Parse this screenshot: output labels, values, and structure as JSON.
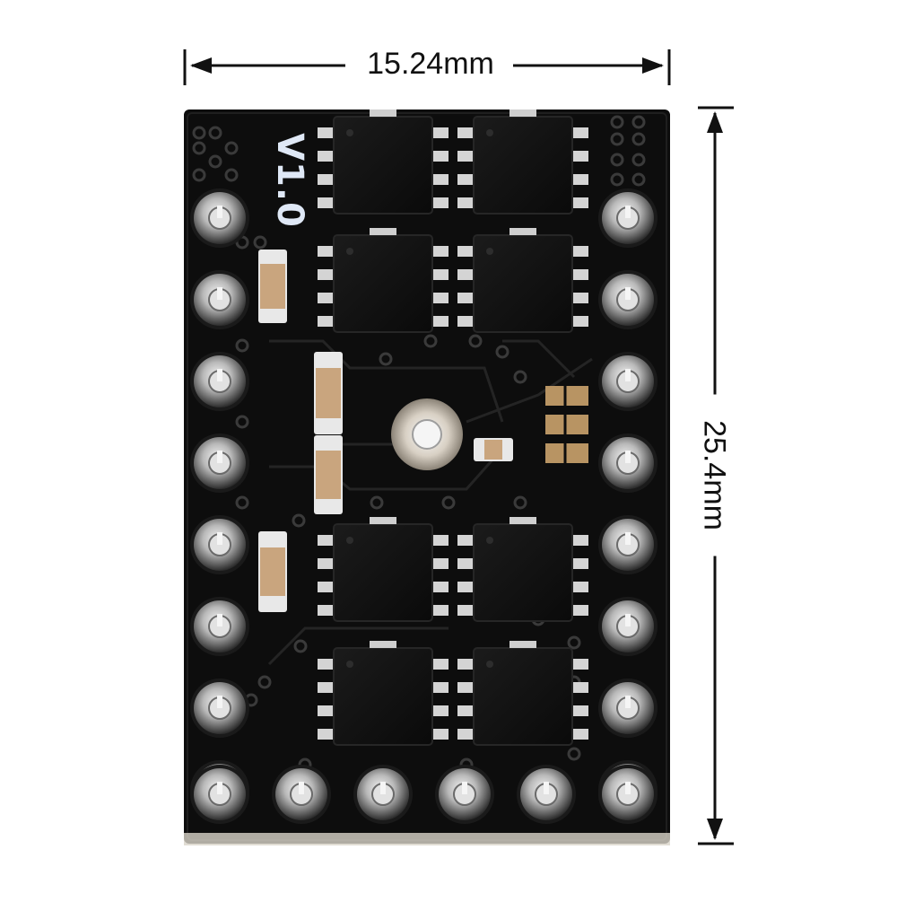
{
  "dimensions": {
    "width_label": "15.24mm",
    "height_label": "25.4mm"
  },
  "board": {
    "version_label": "V1.0",
    "chip_count": 8,
    "pin_count_left": 8,
    "pin_count_right": 8,
    "pin_count_bottom": 6
  },
  "colors": {
    "pcb": "#0d0d0d",
    "pad_metal": "#c8c8c8",
    "capacitor": "#c9a57e",
    "label": "#dfe8f6"
  }
}
